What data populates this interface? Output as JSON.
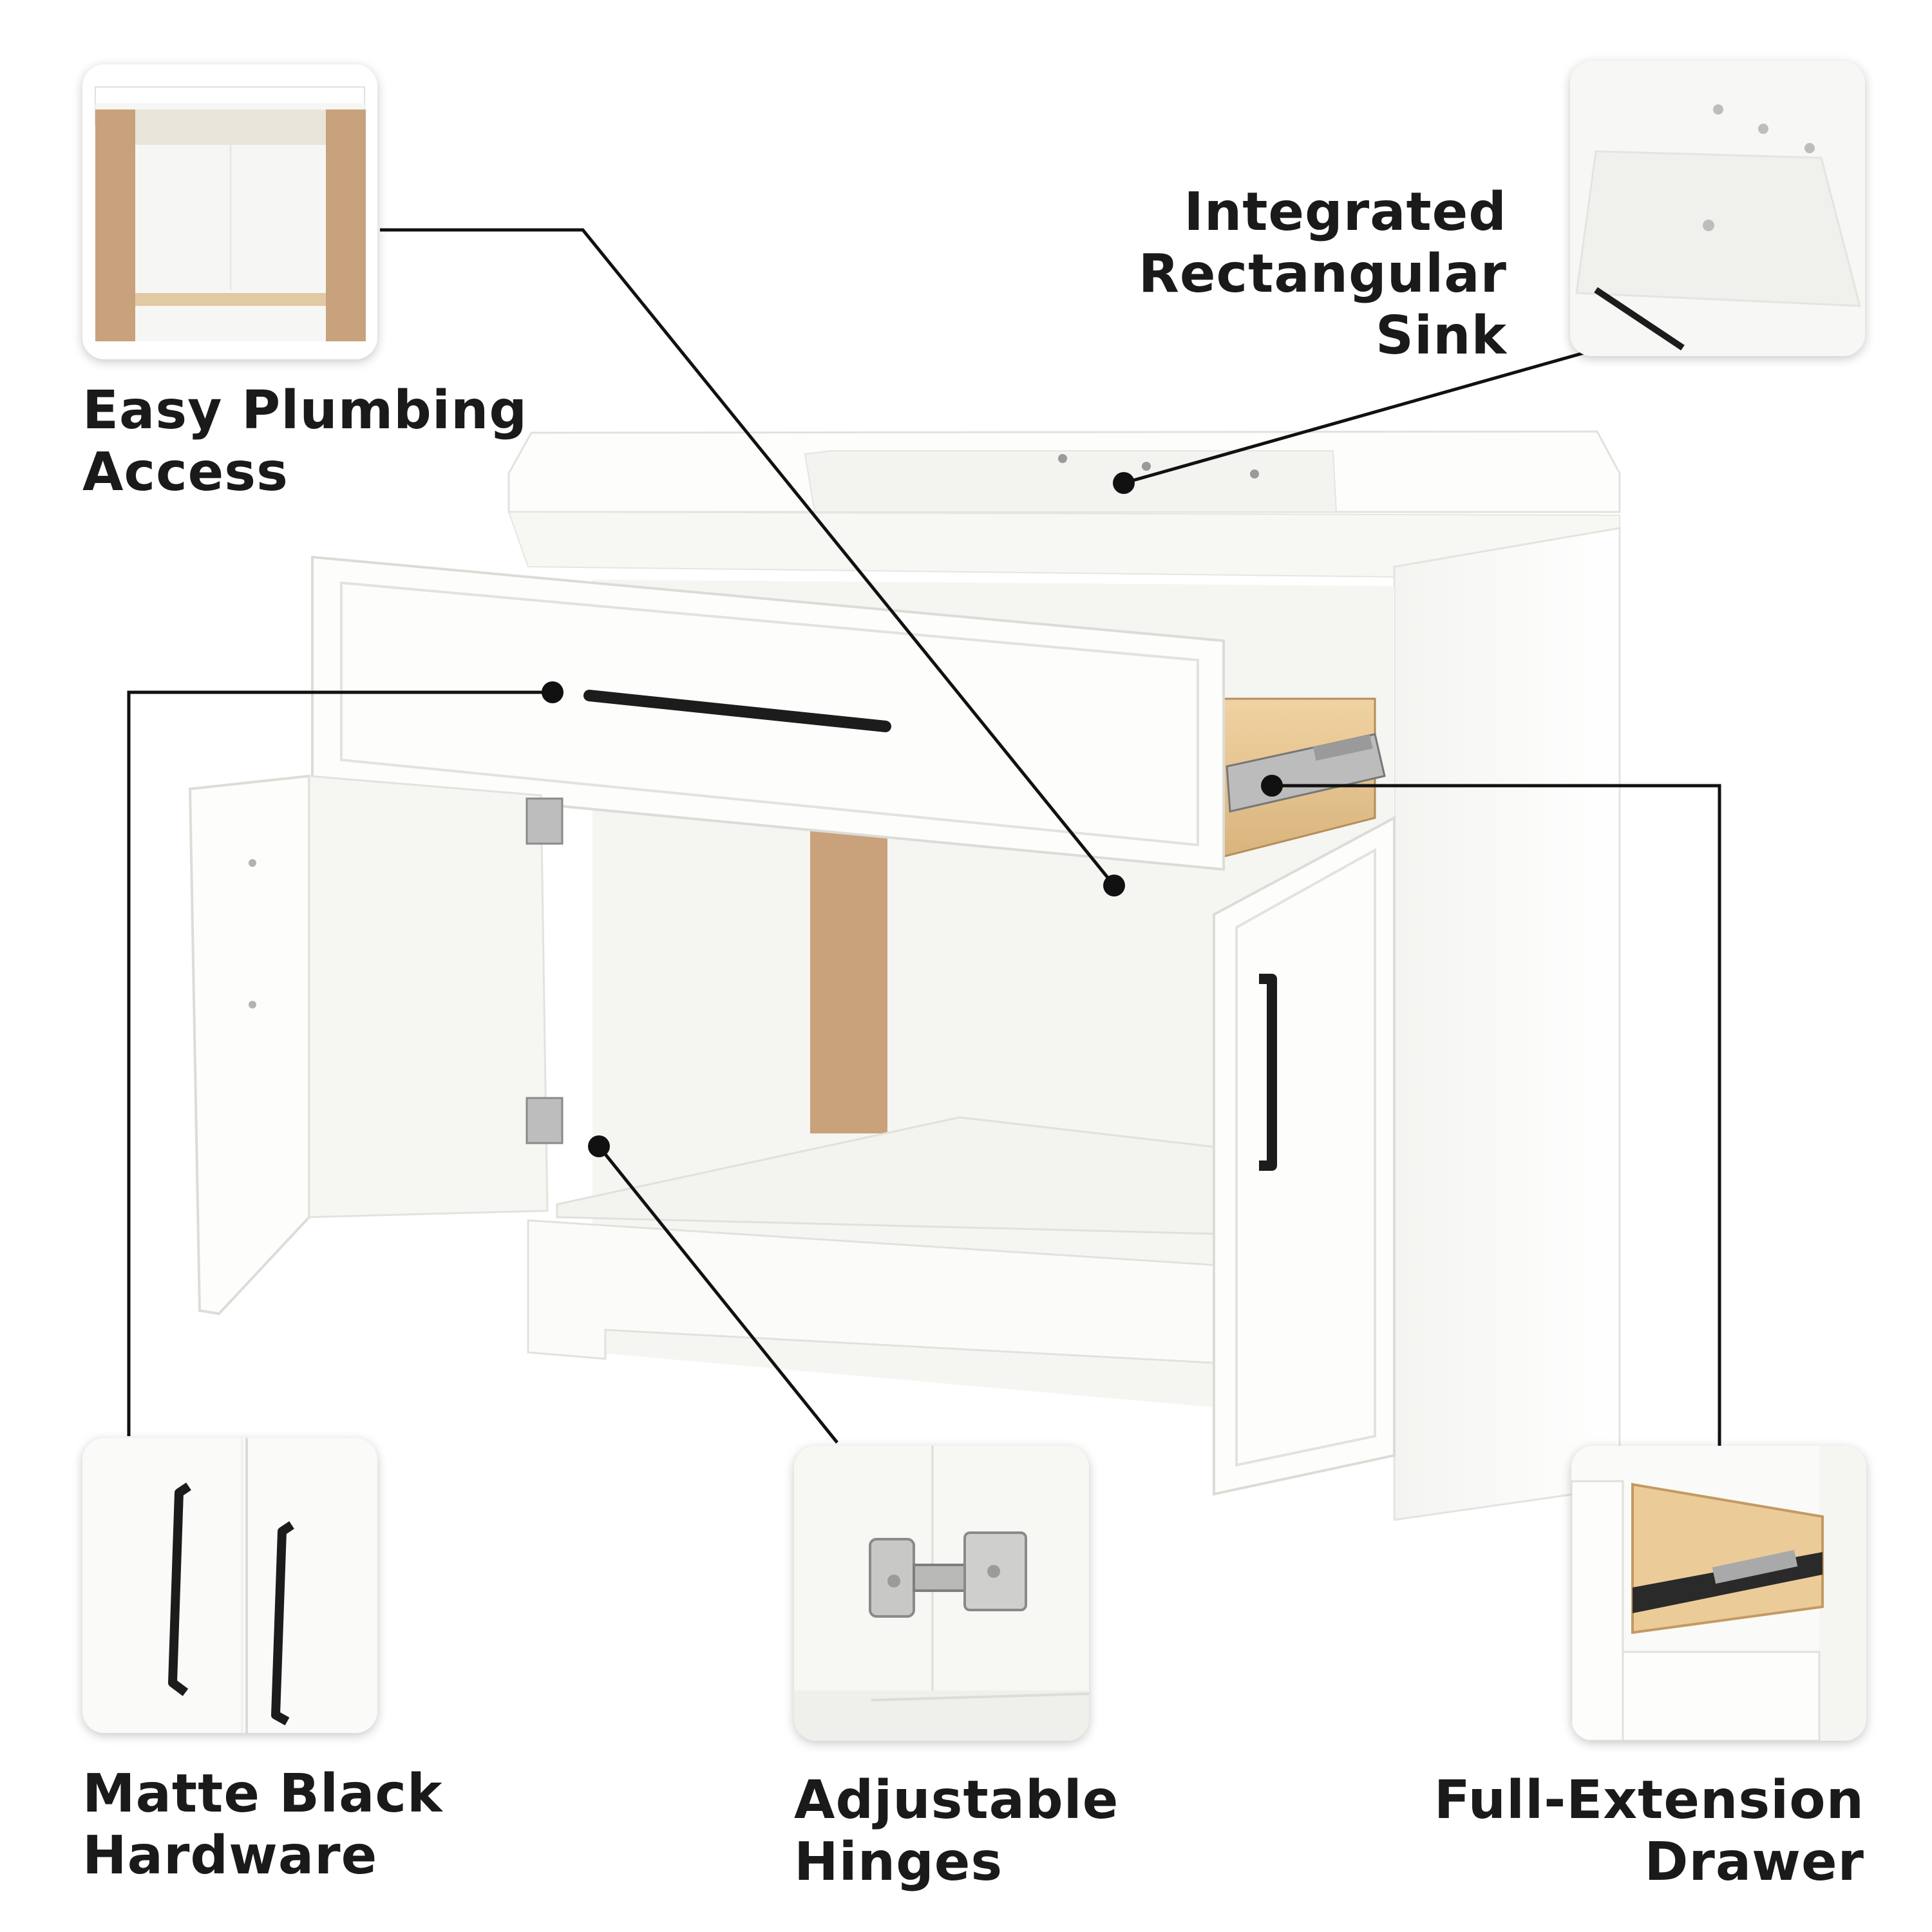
{
  "callouts": {
    "plumbing": {
      "lines": [
        "Easy Plumbing",
        "Access"
      ],
      "icon": "cabinet-interior-icon"
    },
    "sink": {
      "lines": [
        "Integrated",
        "Rectangular",
        "Sink"
      ],
      "icon": "sink-icon"
    },
    "hardware": {
      "lines": [
        "Matte Black",
        "Hardware"
      ],
      "icon": "handle-icon"
    },
    "hinges": {
      "lines": [
        "Adjustable",
        "Hinges"
      ],
      "icon": "hinge-icon"
    },
    "drawer": {
      "lines": [
        "Full-Extension",
        "Drawer"
      ],
      "icon": "drawer-slide-icon"
    }
  },
  "colors": {
    "cabinet": "#fbfbf9",
    "shade": "#e8e8e4",
    "hardware": "#1c1c1c",
    "wood": "#e7c795",
    "mdf": "#c8a27c",
    "leader": "#111111"
  }
}
